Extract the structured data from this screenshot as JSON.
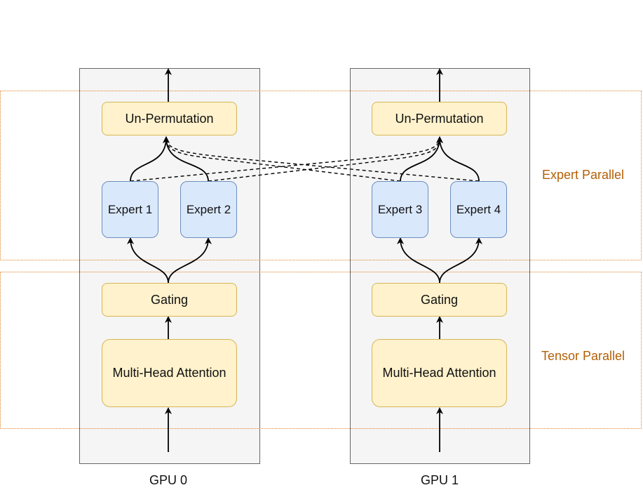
{
  "regions": {
    "expert_parallel": "Expert Parallel",
    "tensor_parallel": "Tensor Parallel"
  },
  "gpus": [
    {
      "label": "GPU 0",
      "unpermutation": "Un-Permutation",
      "experts": [
        "Expert 1",
        "Expert 2"
      ],
      "gating": "Gating",
      "attention": "Multi-Head Attention"
    },
    {
      "label": "GPU 1",
      "unpermutation": "Un-Permutation",
      "experts": [
        "Expert 3",
        "Expert 4"
      ],
      "gating": "Gating",
      "attention": "Multi-Head Attention"
    }
  ],
  "colors": {
    "gpu_fill": "#f5f5f5",
    "gpu_border": "#666666",
    "yellow_fill": "#fff2cc",
    "yellow_border": "#d6b656",
    "blue_fill": "#dae8fc",
    "blue_border": "#6c8ebf",
    "region_border": "#e0822a",
    "region_label": "#b45f06"
  }
}
